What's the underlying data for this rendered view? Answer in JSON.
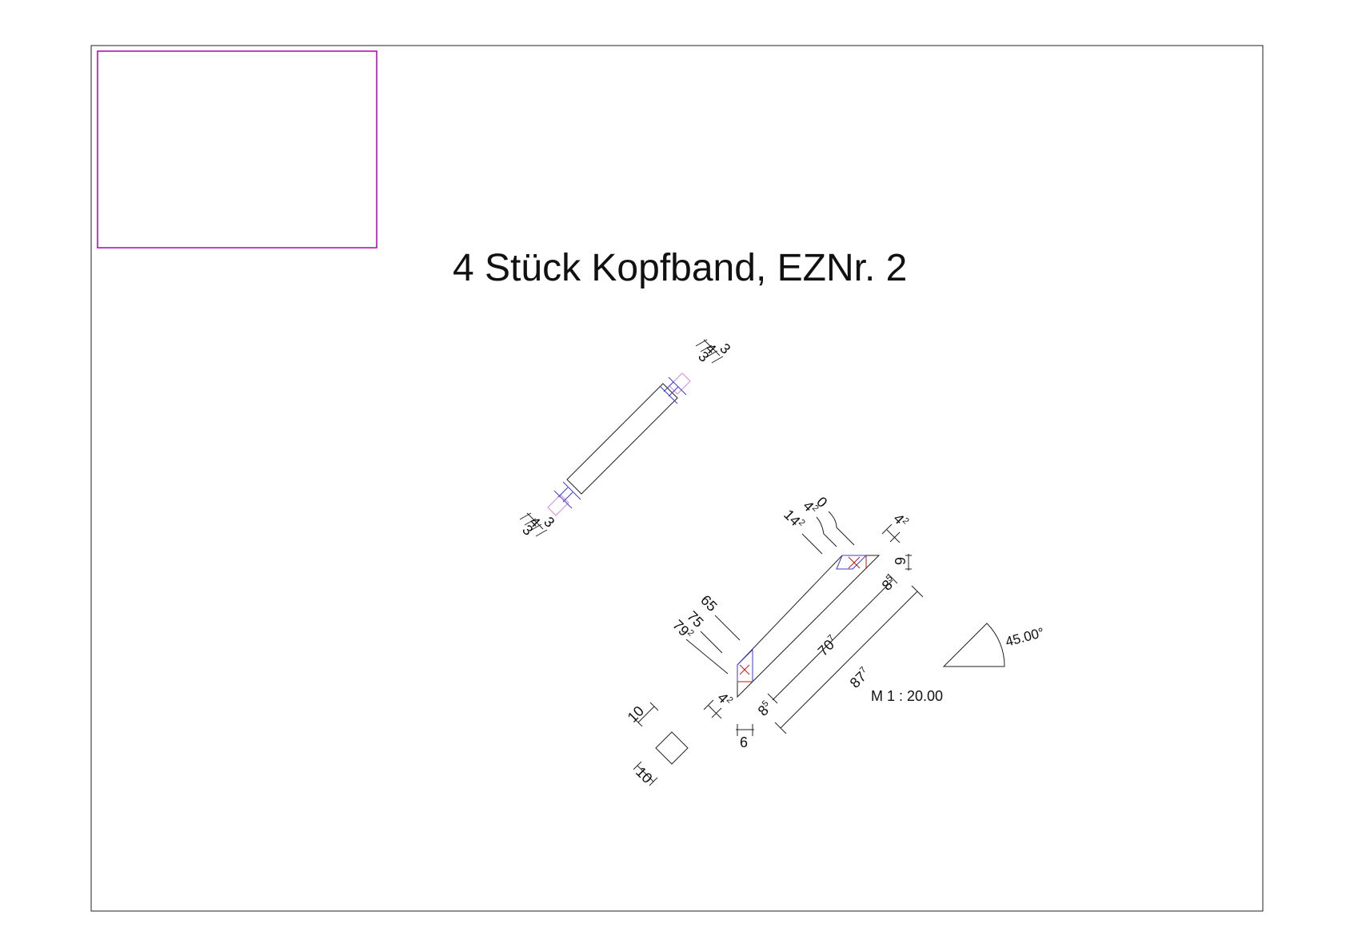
{
  "drawing": {
    "title": "4 Stück Kopfband, EZNr. 2",
    "scale": "M 1 : 20.00",
    "angle": "45.00°",
    "colors": {
      "stamp": "#b000b0",
      "pale_outline": "#d58ad5",
      "blue_lines": "#3b3bd6",
      "red_lines": "#c01818",
      "ink": "#111111"
    }
  },
  "top_view": {
    "dim_top": [
      "3",
      "4",
      "3"
    ],
    "dim_bottom": [
      "3",
      "4",
      "3"
    ]
  },
  "side_view": {
    "left_labels": [
      {
        "base": "65",
        "sup": ""
      },
      {
        "base": "75",
        "sup": ""
      },
      {
        "base": "79",
        "sup": "2"
      }
    ],
    "top_labels": [
      {
        "base": "0",
        "sup": ""
      },
      {
        "base": "4",
        "sup": "2"
      },
      {
        "base": "14",
        "sup": "2"
      }
    ],
    "dim_top_right": {
      "base": "4",
      "sup": "2"
    },
    "dim_right_height": "6",
    "dim_right_offset": {
      "base": "8",
      "sup": "5"
    },
    "dim_inner_length": {
      "base": "70",
      "sup": "7"
    },
    "dim_total_length": {
      "base": "87",
      "sup": "7"
    },
    "dim_bottom_left": {
      "base": "4",
      "sup": "2"
    },
    "dim_bottom_offset": {
      "base": "8",
      "sup": "5"
    },
    "dim_bottom_height": "6"
  },
  "section": {
    "dim_top": "10",
    "dim_bottom": "10"
  }
}
